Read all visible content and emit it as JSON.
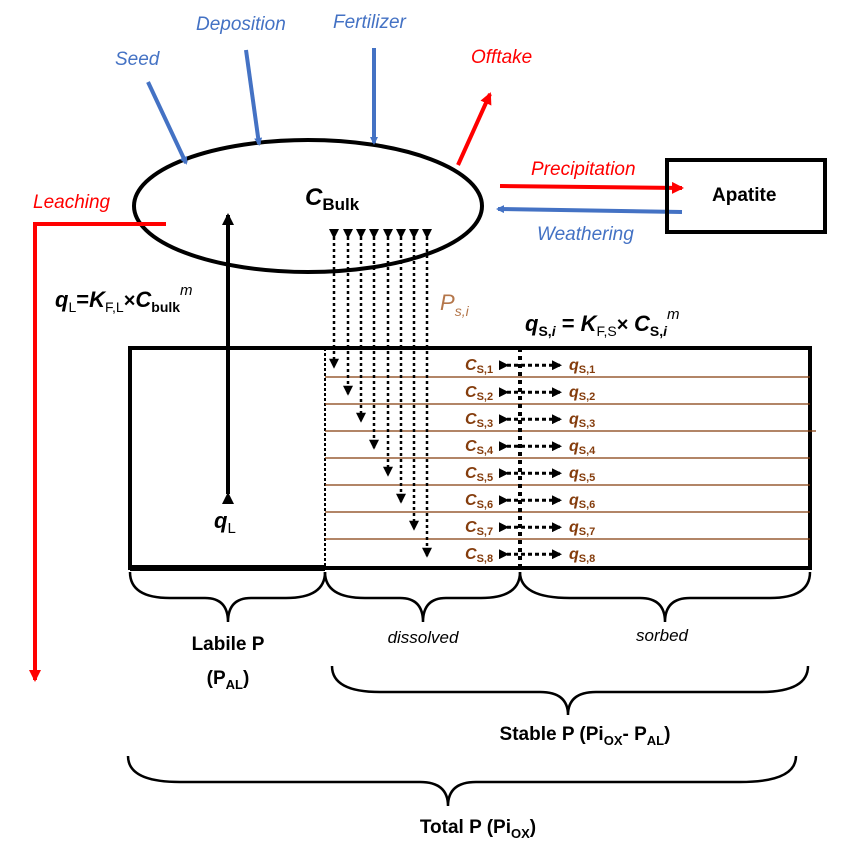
{
  "colors": {
    "input_flux": "#4472C4",
    "output_flux": "#FF0000",
    "layer": "#843C0C",
    "stroke": "#000000"
  },
  "fluxes": {
    "seed": "Seed",
    "deposition": "Deposition",
    "fertilizer": "Fertilizer",
    "offtake": "Offtake",
    "leaching": "Leaching",
    "precipitation": "Precipitation",
    "weathering": "Weathering"
  },
  "pools": {
    "bulk": {
      "main": "C",
      "sub": "Bulk"
    },
    "apatite": "Apatite",
    "labile_symbol": {
      "main": "q",
      "sub": "L"
    }
  },
  "equations": {
    "labile": {
      "lhs": "q",
      "lhs_sub": "L",
      "eq": "=",
      "k": "K",
      "k_sub": "F,L",
      "times": "×",
      "c": "C",
      "c_sub": "bulk",
      "exp": "m"
    },
    "stable": {
      "lhs": "q",
      "lhs_sub": "S,",
      "lhs_sub_i": "i",
      "eq": " = ",
      "k": "K",
      "k_sub": "F,S",
      "times": "× ",
      "c": "C",
      "c_sub": "S,",
      "c_sub_i": "i",
      "exp": "m"
    },
    "p_si": {
      "main": "P",
      "sub": "s,i"
    }
  },
  "layers": [
    {
      "c": "C",
      "c_sub": "S,1",
      "q": "q",
      "q_sub": "S,1"
    },
    {
      "c": "C",
      "c_sub": "S,2",
      "q": "q",
      "q_sub": "S,2"
    },
    {
      "c": "C",
      "c_sub": "S,3",
      "q": "q",
      "q_sub": "S,3"
    },
    {
      "c": "C",
      "c_sub": "S,4",
      "q": "q",
      "q_sub": "S,4"
    },
    {
      "c": "C",
      "c_sub": "S,5",
      "q": "q",
      "q_sub": "S,5"
    },
    {
      "c": "C",
      "c_sub": "S,6",
      "q": "q",
      "q_sub": "S,6"
    },
    {
      "c": "C",
      "c_sub": "S,7",
      "q": "q",
      "q_sub": "S,7"
    },
    {
      "c": "C",
      "c_sub": "S,8",
      "q": "q",
      "q_sub": "S,8"
    }
  ],
  "braces": {
    "labile": {
      "line1": "Labile P",
      "line2_open": "(P",
      "line2_sub": "AL",
      "line2_close": ")"
    },
    "dissolved": "dissolved",
    "sorbed": "sorbed",
    "stable": {
      "text": "Stable P (Pi",
      "sub1": "OX",
      "mid": "- P",
      "sub2": "AL",
      "close": ")"
    },
    "total": {
      "text": "Total P (Pi",
      "sub": "OX",
      "close": ")"
    }
  }
}
